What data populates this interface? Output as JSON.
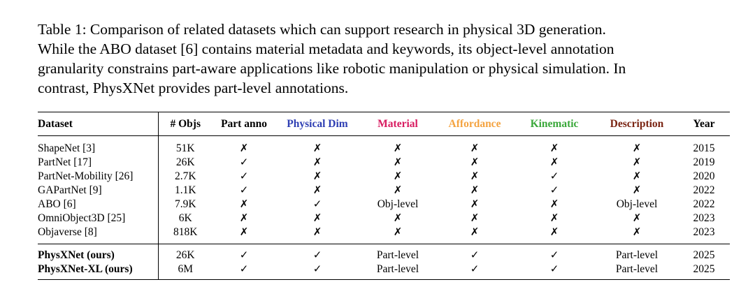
{
  "caption": {
    "lines": [
      "Table 1:  Comparison of related datasets which can support research in physical 3D generation.",
      "While the ABO dataset [6] contains material metadata and keywords, its object-level annotation",
      "granularity constrains part-aware applications like robotic manipulation or physical simulation. In",
      "contrast, PhysXNet provides part-level annotations."
    ]
  },
  "table": {
    "headers": [
      {
        "label": "Dataset"
      },
      {
        "label": "# Objs"
      },
      {
        "label": "Part anno"
      },
      {
        "label": "Physical Dim",
        "color": "#2f3fb3"
      },
      {
        "label": "Material",
        "color": "#d81b60"
      },
      {
        "label": "Affordance",
        "color": "#f4a340"
      },
      {
        "label": "Kinematic",
        "color": "#3aa83a"
      },
      {
        "label": "Description",
        "color": "#7a2412"
      },
      {
        "label": "Year"
      }
    ],
    "rows": [
      [
        "ShapeNet [3]",
        "51K",
        "✗",
        "✗",
        "✗",
        "✗",
        "✗",
        "✗",
        "2015"
      ],
      [
        "PartNet [17]",
        "26K",
        "✓",
        "✗",
        "✗",
        "✗",
        "✗",
        "✗",
        "2019"
      ],
      [
        "PartNet-Mobility [26]",
        "2.7K",
        "✓",
        "✗",
        "✗",
        "✗",
        "✓",
        "✗",
        "2020"
      ],
      [
        "GAPartNet [9]",
        "1.1K",
        "✓",
        "✗",
        "✗",
        "✗",
        "✓",
        "✗",
        "2022"
      ],
      [
        "ABO [6]",
        "7.9K",
        "✗",
        "✓",
        "Obj-level",
        "✗",
        "✗",
        "Obj-level",
        "2022"
      ],
      [
        "OmniObject3D [25]",
        "6K",
        "✗",
        "✗",
        "✗",
        "✗",
        "✗",
        "✗",
        "2023"
      ],
      [
        "Objaverse [8]",
        "818K",
        "✗",
        "✗",
        "✗",
        "✗",
        "✗",
        "✗",
        "2023"
      ]
    ],
    "ours": [
      [
        "PhysXNet (ours)",
        "26K",
        "✓",
        "✓",
        "Part-level",
        "✓",
        "✓",
        "Part-level",
        "2025"
      ],
      [
        "PhysXNet-XL (ours)",
        "6M",
        "✓",
        "✓",
        "Part-level",
        "✓",
        "✓",
        "Part-level",
        "2025"
      ]
    ]
  }
}
